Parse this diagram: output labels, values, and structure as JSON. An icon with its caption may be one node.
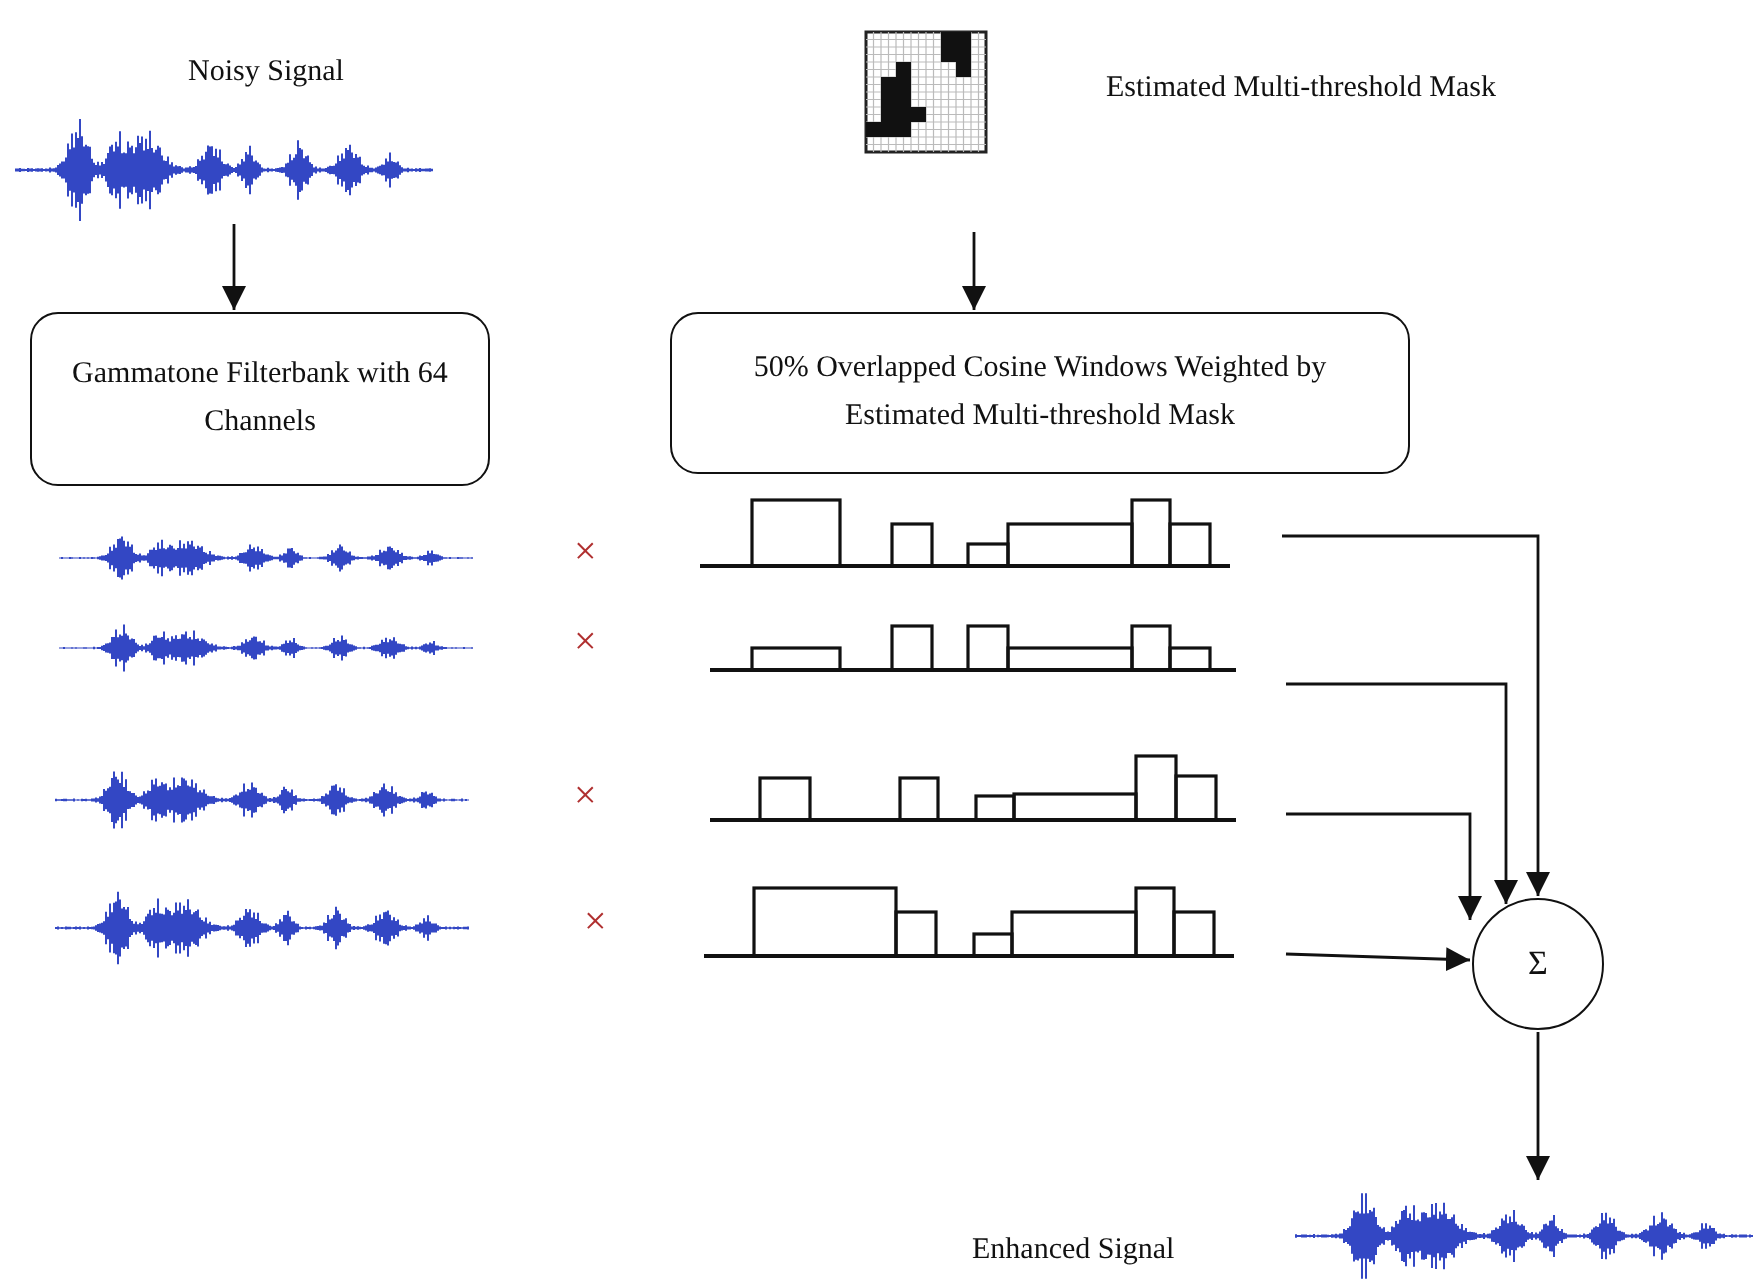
{
  "diagram": {
    "nodes": [
      {
        "text": [],
        "shape": "picture",
        "beside": [
          "Noisy Signal"
        ]
      },
      {
        "text": [],
        "shape": "picture"
      },
      {
        "text": [
          "Gammatone Filterbank with 64 Channels"
        ]
      },
      {
        "text": [
          "50% Overlapped Cosine Windows Weighted by Estimated Multi-threshold Mask"
        ]
      },
      {
        "text": [],
        "shape": "picture"
      },
      {
        "text": [],
        "shape": "picture"
      },
      {
        "text": [],
        "shape": "picture"
      },
      {
        "text": [],
        "shape": "picture"
      },
      {
        "text": [
          "Σ"
        ]
      },
      {
        "text": [],
        "shape": "picture"
      }
    ],
    "edges": [
      {
        "from": 0,
        "to": 2,
        "arrow": "to"
      },
      {
        "from": 1,
        "to": 3,
        "arrow": "to"
      },
      {
        "from": 4,
        "to": 8,
        "arrow": "to"
      },
      {
        "from": 5,
        "to": 8,
        "arrow": "to"
      },
      {
        "from": 6,
        "to": 8,
        "arrow": "to"
      },
      {
        "from": 7,
        "to": 8,
        "arrow": "to"
      },
      {
        "from": 8,
        "to": 9,
        "arrow": "to"
      }
    ],
    "labels": [
      "Estimated Multi-threshold Mask",
      "×",
      "×",
      "×",
      "×",
      "Enhanced Signal"
    ]
  }
}
